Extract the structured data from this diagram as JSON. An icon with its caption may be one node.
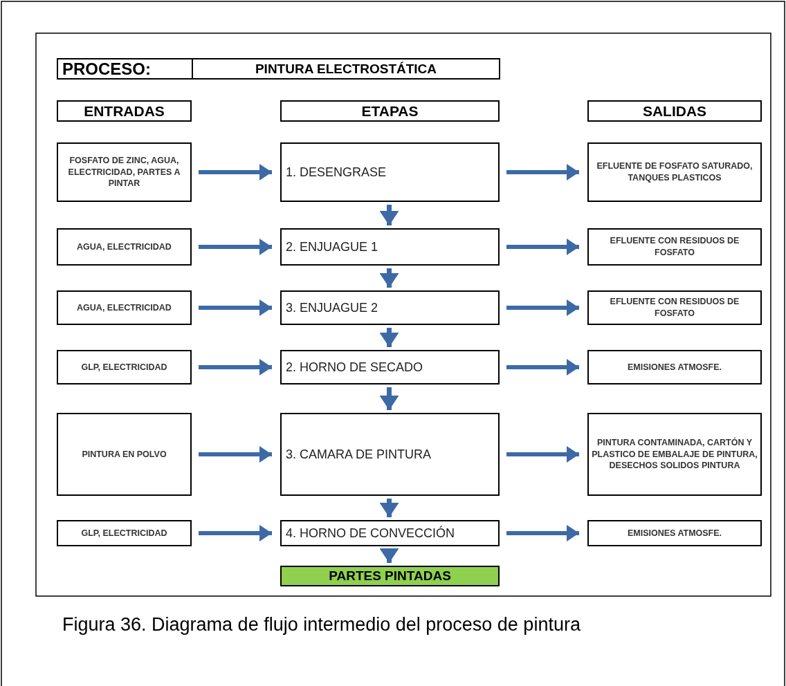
{
  "diagram": {
    "caption": "Figura  36. Diagrama de flujo intermedio del proceso de pintura",
    "nodes": [
      {
        "text": [
          "PROCESO:"
        ]
      },
      {
        "text": [
          "PINTURA ELECTROSTÁTICA"
        ]
      },
      {
        "text": [
          "ENTRADAS"
        ]
      },
      {
        "text": [
          "ETAPAS"
        ]
      },
      {
        "text": [
          "SALIDAS"
        ]
      },
      {
        "text": [
          "FOSFATO DE ZINC, AGUA, ELECTRICIDAD, PARTES A PINTAR"
        ]
      },
      {
        "text": [
          "1. DESENGRASE"
        ]
      },
      {
        "text": [
          "EFLUENTE DE FOSFATO SATURADO,  TANQUES PLASTICOS"
        ]
      },
      {
        "text": [
          "AGUA, ELECTRICIDAD"
        ]
      },
      {
        "text": [
          "2. ENJUAGUE 1"
        ]
      },
      {
        "text": [
          "EFLUENTE CON RESIDUOS DE FOSFATO"
        ]
      },
      {
        "text": [
          "AGUA, ELECTRICIDAD"
        ]
      },
      {
        "text": [
          "3. ENJUAGUE 2"
        ]
      },
      {
        "text": [
          "EFLUENTE CON RESIDUOS DE FOSFATO"
        ]
      },
      {
        "text": [
          "GLP, ELECTRICIDAD"
        ]
      },
      {
        "text": [
          "2. HORNO DE SECADO"
        ]
      },
      {
        "text": [
          "EMISIONES ATMOSFE."
        ]
      },
      {
        "text": [
          "PINTURA EN POLVO"
        ]
      },
      {
        "text": [
          "3. CAMARA DE PINTURA"
        ]
      },
      {
        "text": [
          "PINTURA CONTAMINADA, CARTÓN Y PLASTICO DE EMBALAJE DE PINTURA, DESECHOS SOLIDOS PINTURA"
        ]
      },
      {
        "text": [
          "GLP, ELECTRICIDAD"
        ]
      },
      {
        "text": [
          "4. HORNO DE CONVECCIÓN"
        ]
      },
      {
        "text": [
          "EMISIONES ATMOSFE."
        ]
      },
      {
        "text": [
          "PARTES PINTADAS"
        ]
      }
    ],
    "edges": [
      {
        "from": 5,
        "to": 6,
        "arrow": "to"
      },
      {
        "from": 6,
        "to": 7,
        "arrow": "to"
      },
      {
        "from": 6,
        "to": 9,
        "arrow": "to"
      },
      {
        "from": 8,
        "to": 9,
        "arrow": "to"
      },
      {
        "from": 9,
        "to": 10,
        "arrow": "to"
      },
      {
        "from": 9,
        "to": 12,
        "arrow": "to"
      },
      {
        "from": 11,
        "to": 12,
        "arrow": "to"
      },
      {
        "from": 12,
        "to": 13,
        "arrow": "to"
      },
      {
        "from": 12,
        "to": 15,
        "arrow": "to"
      },
      {
        "from": 14,
        "to": 15,
        "arrow": "to"
      },
      {
        "from": 15,
        "to": 16,
        "arrow": "to"
      },
      {
        "from": 15,
        "to": 18,
        "arrow": "to"
      },
      {
        "from": 17,
        "to": 18,
        "arrow": "to"
      },
      {
        "from": 18,
        "to": 19,
        "arrow": "to"
      },
      {
        "from": 18,
        "to": 21,
        "arrow": "to"
      },
      {
        "from": 20,
        "to": 21,
        "arrow": "to"
      },
      {
        "from": 21,
        "to": 22,
        "arrow": "to"
      },
      {
        "from": 21,
        "to": 23,
        "arrow": "to"
      }
    ]
  }
}
